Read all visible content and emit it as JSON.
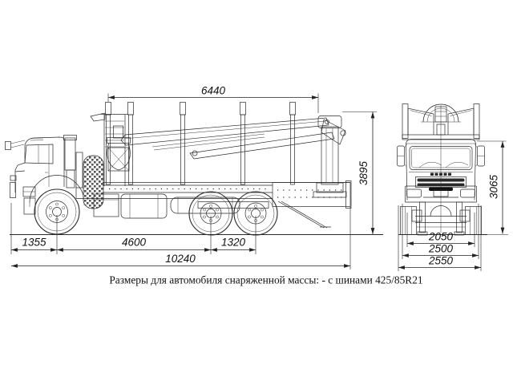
{
  "caption": "Размеры для автомобиля снаряженной массы: - с шинами 425/85R21",
  "side_view": {
    "dim_platform_length": "6440",
    "dim_overall_height": "3895",
    "dim_front_overhang": "1355",
    "dim_wheelbase": "4600",
    "dim_rear_bogie_base": "1320",
    "dim_overall_length": "10240"
  },
  "front_view": {
    "dim_track_width": "2050",
    "dim_cab_width": "2500",
    "dim_overall_width": "2550",
    "dim_cab_height": "3065"
  }
}
